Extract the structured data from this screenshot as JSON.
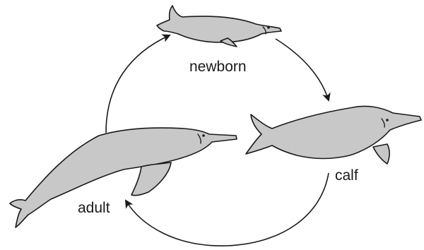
{
  "colors": {
    "body_fill": "#c8c8c8",
    "outline": "#1a1a1a",
    "background": "#ffffff"
  },
  "stages": {
    "newborn": {
      "label": "newborn",
      "icon": "river-dolphin-newborn-icon"
    },
    "calf": {
      "label": "calf",
      "icon": "river-dolphin-calf-icon"
    },
    "adult": {
      "label": "adult",
      "icon": "river-dolphin-adult-icon"
    }
  },
  "cycle_order": [
    "newborn",
    "calf",
    "adult"
  ]
}
